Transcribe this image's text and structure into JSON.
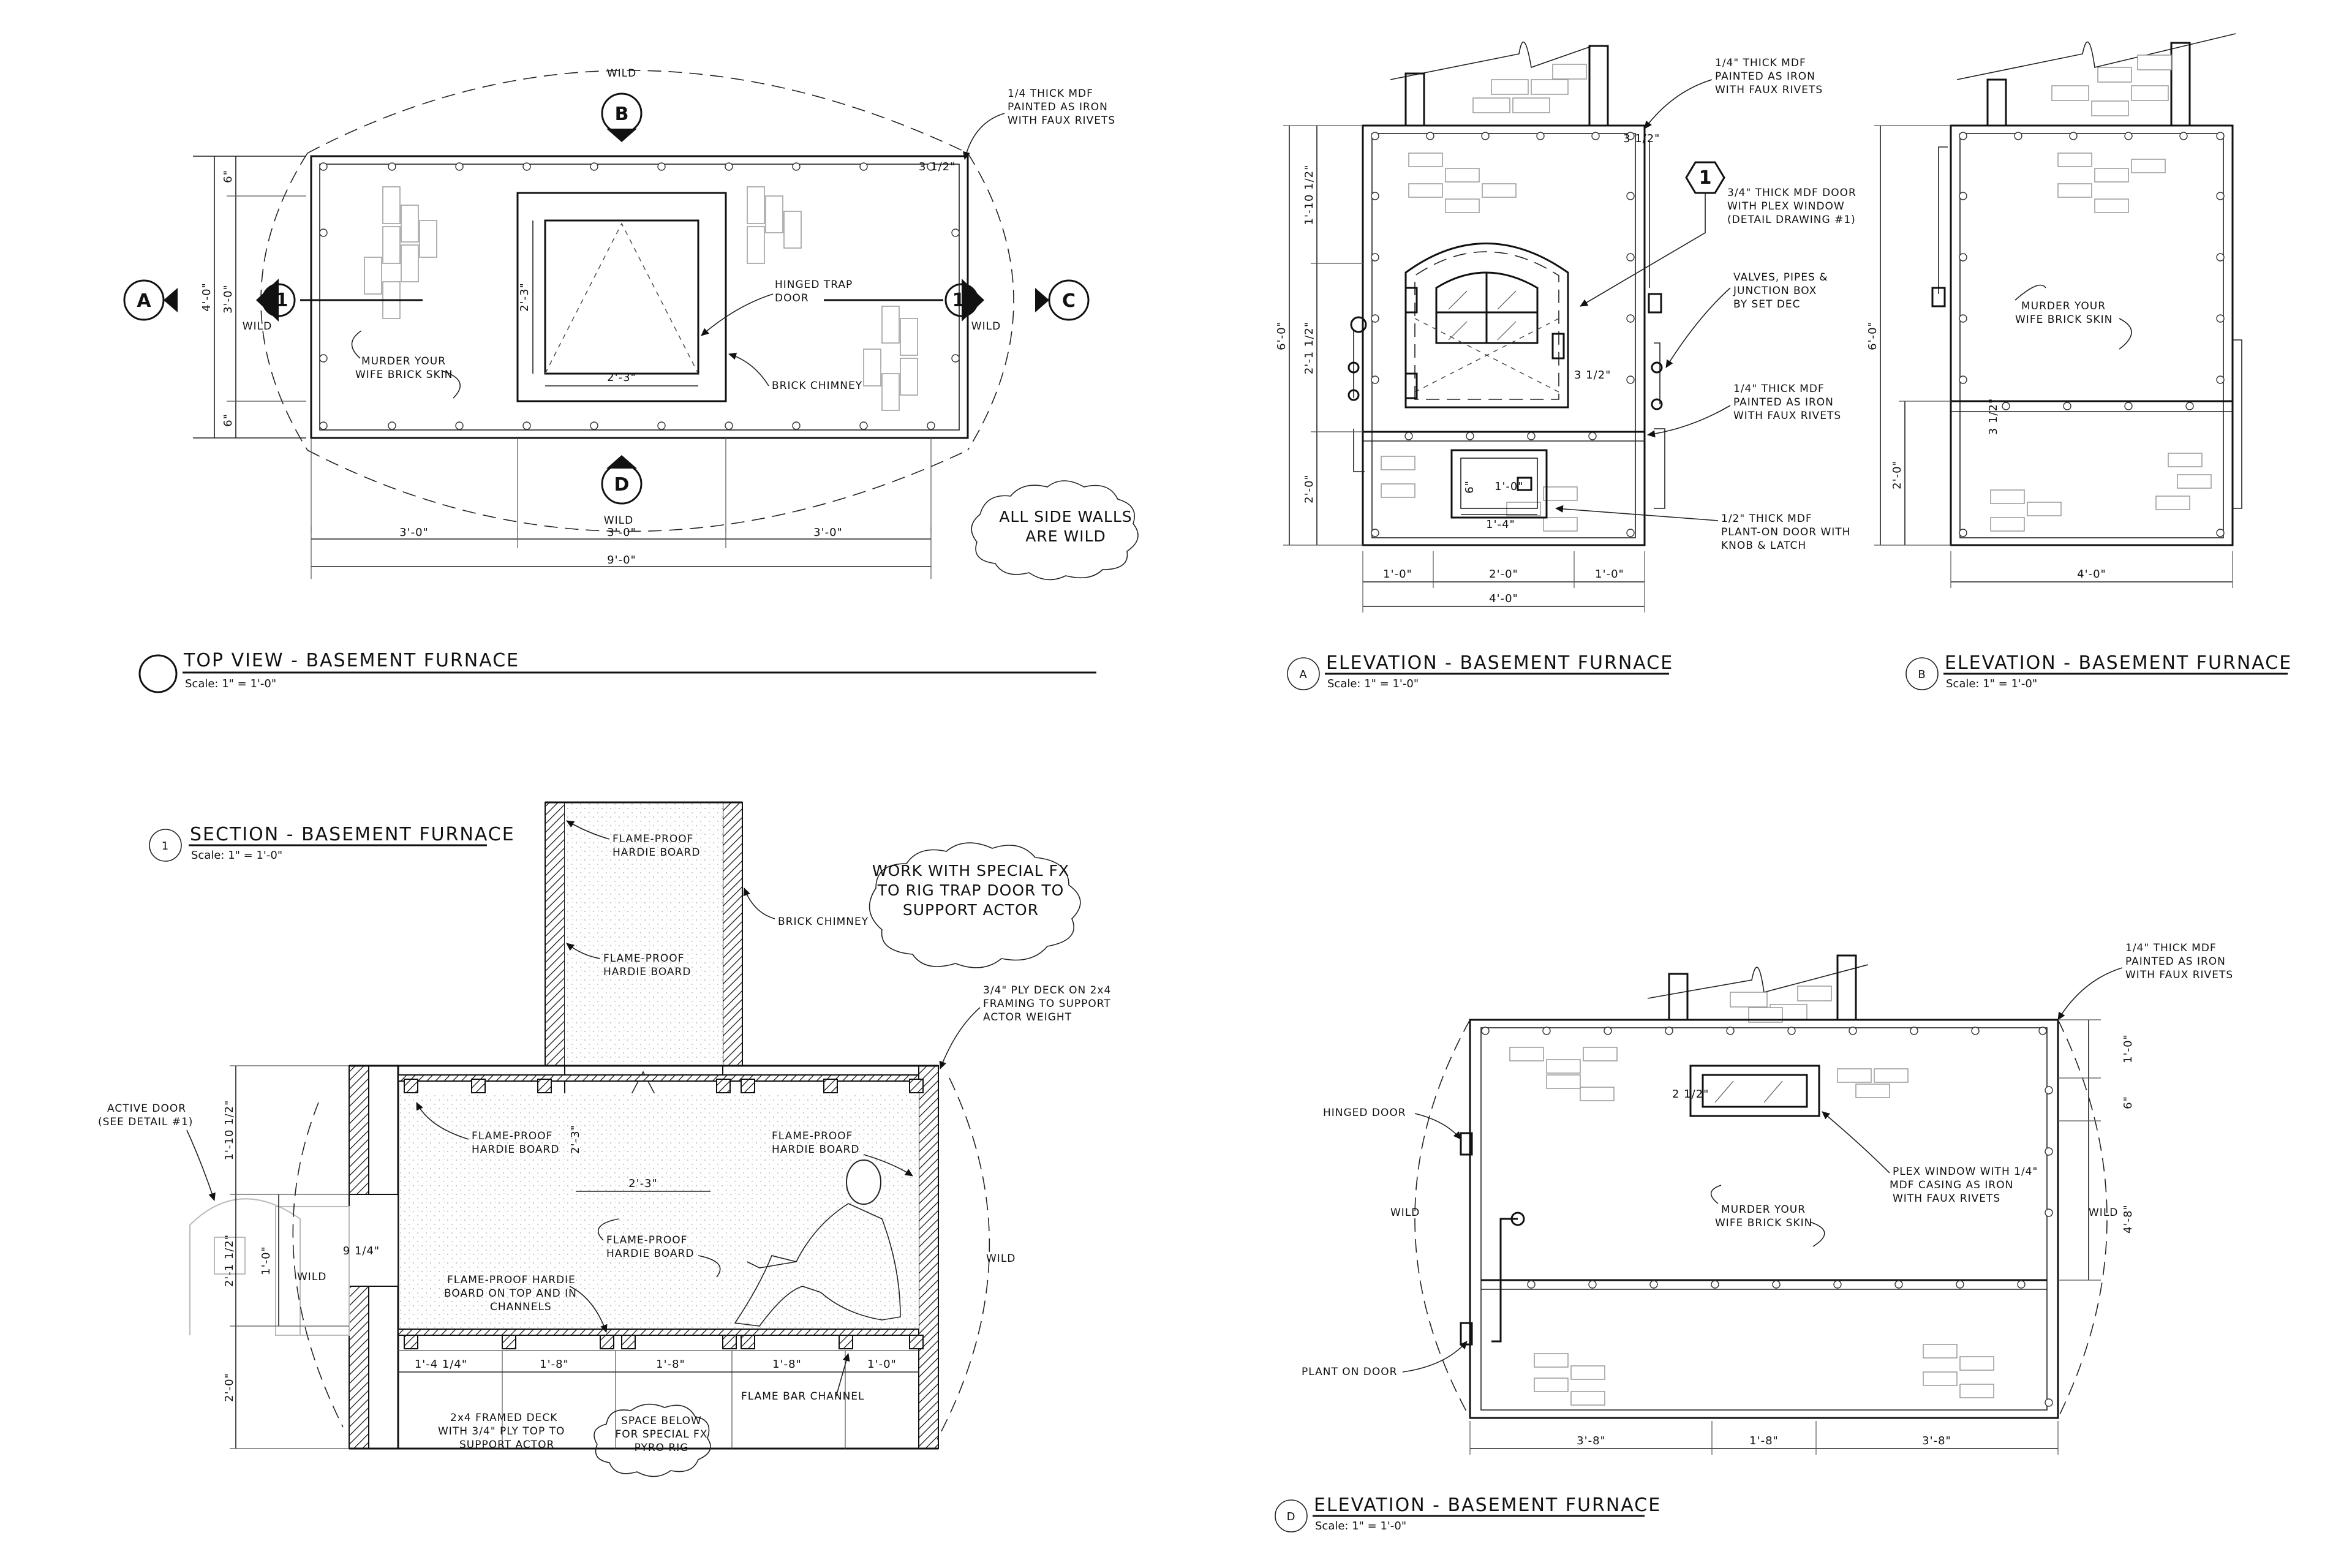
{
  "views": {
    "top": {
      "title": "TOP VIEW - BASEMENT FURNACE",
      "scale": "Scale: 1\" = 1'-0\"",
      "wild": "WILD",
      "notes": {
        "mdf": [
          "1/4 THICK MDF",
          "PAINTED AS IRON",
          "WITH FAUX RIVETS"
        ],
        "trap": [
          "HINGED TRAP",
          "DOOR"
        ],
        "chimney": "BRICK CHIMNEY",
        "brick": [
          "MURDER YOUR",
          "WIFE BRICK SKIN"
        ],
        "cloud": [
          "ALL SIDE WALLS",
          "ARE WILD"
        ]
      },
      "dims": {
        "d6a": "6\"",
        "d30": "3'-0\"",
        "d6b": "6\"",
        "d40": "4'-0\"",
        "d312": "3 1/2\"",
        "d23v": "2'-3\"",
        "d23h": "2'-3\"",
        "seg1": "3'-0\"",
        "seg2": "3'-0\"",
        "seg3": "3'-0\"",
        "total": "9'-0\""
      },
      "markers": {
        "a": "A",
        "b": "B",
        "c": "C",
        "d": "D",
        "one_left": "1",
        "one_right": "1"
      }
    },
    "elev_a": {
      "letter": "A",
      "title": "ELEVATION - BASEMENT FURNACE",
      "scale": "Scale: 1\" = 1'-0\"",
      "notes": {
        "mdf_top": [
          "1/4\" THICK MDF",
          "PAINTED AS IRON",
          "WITH FAUX RIVETS"
        ],
        "door": [
          "3/4\" THICK MDF DOOR",
          "WITH PLEX WINDOW",
          "(DETAIL DRAWING #1)"
        ],
        "valves": [
          "VALVES, PIPES &",
          "JUNCTION BOX",
          "BY SET DEC"
        ],
        "mdf_mid": [
          "1/4\" THICK MDF",
          "PAINTED AS IRON",
          "WITH FAUX RIVETS"
        ],
        "plant": [
          "1/2\" THICK MDF",
          "PLANT-ON DOOR WITH",
          "KNOB & LATCH"
        ]
      },
      "marker": "1",
      "dims": {
        "d312": "3 1/2\"",
        "v1": "1'-10 1/2\"",
        "v2": "2'-1 1/2\"",
        "v3": "2'-0\"",
        "total_v": "6'-0\"",
        "d312b": "3 1/2\"",
        "d6": "6\"",
        "d10": "1'-0\"",
        "d14": "1'-4\"",
        "h1": "1'-0\"",
        "h2": "2'-0\"",
        "h3": "1'-0\"",
        "total_h": "4'-0\""
      }
    },
    "elev_b": {
      "letter": "B",
      "title": "ELEVATION - BASEMENT FURNACE",
      "scale": "Scale: 1\" = 1'-0\"",
      "brick": [
        "MURDER YOUR",
        "WIFE BRICK SKIN"
      ],
      "dims": {
        "total_v": "6'-0\"",
        "d312": "3 1/2\"",
        "v3": "2'-0\"",
        "total_h": "4'-0\""
      }
    },
    "section": {
      "marker": "1",
      "title": "SECTION - BASEMENT FURNACE",
      "scale": "Scale: 1\" = 1'-0\"",
      "cloud": [
        "WORK WITH SPECIAL FX",
        "TO RIG TRAP DOOR TO",
        "SUPPORT ACTOR"
      ],
      "notes": {
        "hardie1": [
          "FLAME-PROOF",
          "HARDIE BOARD"
        ],
        "chimney": "BRICK CHIMNEY",
        "hardie2": [
          "FLAME-PROOF",
          "HARDIE BOARD"
        ],
        "ply": [
          "3/4\" PLY DECK ON 2x4",
          "FRAMING TO SUPPORT",
          "ACTOR WEIGHT"
        ],
        "hardie3": [
          "FLAME-PROOF",
          "HARDIE BOARD"
        ],
        "hardie4": [
          "FLAME-PROOF",
          "HARDIE BOARD"
        ],
        "hardie5": [
          "FLAME-PROOF",
          "HARDIE BOARD"
        ],
        "hardie6": [
          "FLAME-PROOF HARDIE",
          "BOARD ON TOP AND IN",
          "CHANNELS"
        ],
        "active": [
          "ACTIVE DOOR",
          "(SEE DETAIL #1)"
        ],
        "flamebar": "FLAME BAR CHANNEL",
        "deck": [
          "2x4 FRAMED DECK",
          "WITH 3/4\" PLY TOP TO",
          "SUPPORT ACTOR"
        ],
        "space": [
          "SPACE BELOW",
          "FOR SPECIAL FX",
          "PYRO RIG"
        ],
        "wild_l": "WILD",
        "wild_r": "WILD"
      },
      "dims": {
        "v1": "1'-10 1/2\"",
        "v2": "2'-1 1/2\"",
        "v3": "2'-0\"",
        "d10": "1'-0\"",
        "d914": "9 1/4\"",
        "d23v": "2'-3\"",
        "d23h": "2'-3\"",
        "b1": "1'-4 1/4\"",
        "b2": "1'-8\"",
        "b3": "1'-8\"",
        "b4": "1'-8\"",
        "b5": "1'-0\""
      }
    },
    "elev_d": {
      "letter": "D",
      "title": "ELEVATION - BASEMENT FURNACE",
      "scale": "Scale: 1\" = 1'-0\"",
      "notes": {
        "mdf": [
          "1/4\" THICK MDF",
          "PAINTED AS IRON",
          "WITH FAUX RIVETS"
        ],
        "hinged": "HINGED DOOR",
        "plant": "PLANT ON DOOR",
        "plex": [
          "PLEX WINDOW WITH 1/4\"",
          "MDF CASING AS IRON",
          "WITH FAUX RIVETS"
        ],
        "brick": [
          "MURDER YOUR",
          "WIFE BRICK SKIN"
        ],
        "wild_l": "WILD",
        "wild_r": "WILD"
      },
      "dims": {
        "d212": "2 1/2\"",
        "r10": "1'-0\"",
        "r6": "6\"",
        "r48": "4'-8\"",
        "h1": "3'-8\"",
        "h2": "1'-8\"",
        "h3": "3'-8\""
      }
    }
  }
}
